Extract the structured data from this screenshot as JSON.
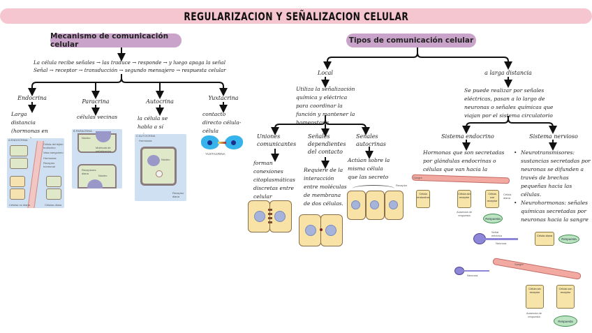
{
  "title": "REGULARIZACION Y SEÑALIZACION CELULAR",
  "left": {
    "header": "Mecanismo de comunicación celular",
    "intro_line1": "La célula recibe señales → las traduce → responde → y luego apaga la señal",
    "intro_line2": "Señal → receptor → transducción → segundo mensajero → respuesta celular",
    "types": [
      {
        "name": "Endocrina",
        "desc": "Larga distancia (hormonas en sangre)"
      },
      {
        "name": "Paracrina",
        "desc": "células vecinas"
      },
      {
        "name": "Autocrina",
        "desc": "la célula se habla a sí misma"
      },
      {
        "name": "Yuxtacrina",
        "desc": "contacto directo célula-célula"
      }
    ],
    "figures": {
      "endocrina": {
        "tag": "A ENDOCRINA",
        "labels": [
          "Célula del tejido endócrino",
          "Vaso sanguíneo",
          "Hormonas",
          "Receptor hormonal",
          "Células no diana",
          "Células diana"
        ]
      },
      "paracrina": {
        "tag": "B PARACRINA",
        "labels": [
          "Núcleo",
          "Molécula de señalización",
          "Receptores diana",
          "Núcleo"
        ]
      },
      "autocrina": {
        "tag": "C AUTOCRINA",
        "labels": [
          "Hormonas",
          "Núcleo",
          "Receptor diana"
        ]
      },
      "yuxtacrina": {
        "caption": "YUXTACRINA"
      }
    }
  },
  "right": {
    "header": "Tipos de comunicación celular",
    "local": {
      "label": "Local",
      "desc": "Utiliza la señalización química y eléctrica para coordinar la función y mantener la homeostasis",
      "children": [
        {
          "name": "Uniones comunicantes",
          "desc": "forman conexiones citoplasmáticas discretas entre celular adyacentes"
        },
        {
          "name": "Señales dependientes del contacto",
          "desc": "Requiere de la interacción entre moléculas de membrana de dos células."
        },
        {
          "name": "Señales autocrinas",
          "desc": "Actúan sobre la misma célula que las secreto"
        }
      ],
      "autocrine_fig_label": "Receptor"
    },
    "distance": {
      "label": "a larga distancia",
      "desc": "Se puede realizar por señales eléctricas, pasan a lo largo de neuronas o señales químicas que viajan por el sistema circulatorio",
      "endocrine": {
        "label": "Sistema endocrino",
        "desc": "Hormonas que son secretadas por glándulas endocrinas o células que van hacia la sangre"
      },
      "nervous": {
        "label": "Sistema nervioso",
        "bullets": [
          "Neurotransmisores: sustancias secretadas por neuronas se difunden a través de brechas pequeñas hacia las células.",
          "Neurohormonas: señales químicas secretadas por neuronas hacia la sangre"
        ]
      },
      "fig_endocrine": {
        "blood": "Sangre",
        "cells": [
          "Célula endocrina",
          "Célula sin receptor",
          "Célula con receptor"
        ],
        "no_response": "Ausencia de respuesta",
        "target": "Célula diana",
        "response": "Respuesta"
      },
      "fig_neuro": {
        "signal": "Señal eléctrica",
        "neuron": "Neurona",
        "target": "Célula diana",
        "response": "Respuesta"
      },
      "fig_neurohormone": {
        "neuron": "Neurona",
        "blood": "Sangre",
        "cells": [
          "Célula sin receptor",
          "Célula con receptor"
        ],
        "no_response": "Ausencia de respuesta",
        "response": "Respuesta"
      }
    }
  }
}
